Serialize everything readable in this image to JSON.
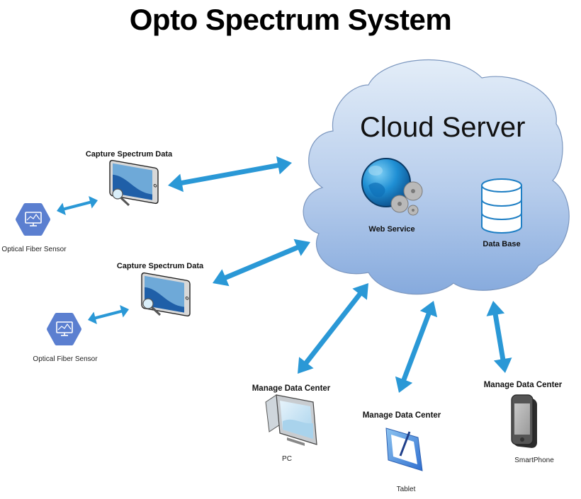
{
  "title": "Opto Spectrum System",
  "cloud": {
    "title": "Cloud Server",
    "web_service": "Web Service",
    "database": "Data Base"
  },
  "nodes": {
    "capture_1": "Capture Spectrum Data",
    "capture_2": "Capture Spectrum Data",
    "sensor_1": "Optical Fiber Sensor",
    "sensor_2": "Optical Fiber Sensor",
    "pc": {
      "heading": "Manage Data Center",
      "device": "PC"
    },
    "tablet": {
      "heading": "Manage Data Center",
      "device": "Tablet"
    },
    "smartphone": {
      "heading": "Manage Data Center",
      "device": "SmartPhone"
    }
  },
  "colors": {
    "arrow": "#2a98d6",
    "cloud_top": "#dce8f6",
    "cloud_bottom": "#8aaedf",
    "sensor_hex": "#5b7fd0",
    "tablet_screen": "#4f8fc9"
  },
  "connections": [
    {
      "from": "Optical Fiber Sensor",
      "to": "Capture Spectrum Data",
      "type": "bidirectional"
    },
    {
      "from": "Capture Spectrum Data",
      "to": "Cloud Server",
      "type": "bidirectional"
    },
    {
      "from": "Optical Fiber Sensor",
      "to": "Capture Spectrum Data",
      "type": "bidirectional"
    },
    {
      "from": "Capture Spectrum Data",
      "to": "Cloud Server",
      "type": "bidirectional"
    },
    {
      "from": "PC",
      "to": "Cloud Server",
      "type": "bidirectional"
    },
    {
      "from": "Tablet",
      "to": "Cloud Server",
      "type": "bidirectional"
    },
    {
      "from": "SmartPhone",
      "to": "Cloud Server",
      "type": "bidirectional"
    }
  ]
}
